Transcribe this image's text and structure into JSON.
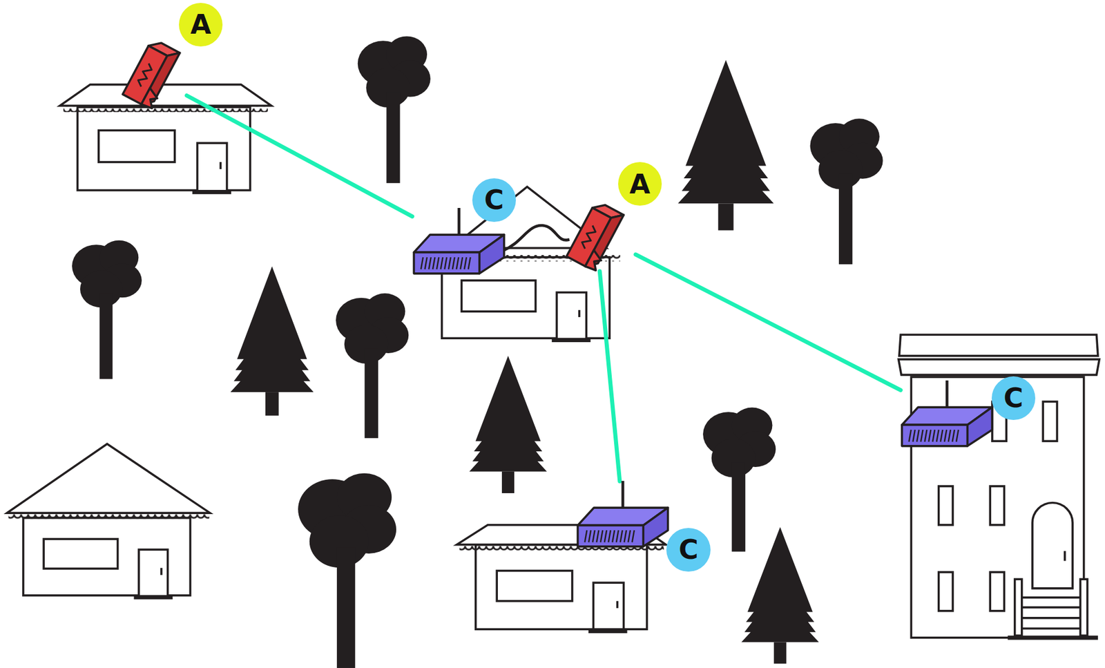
{
  "diagram": {
    "nodes": [
      {
        "text": [
          "A"
        ]
      },
      {
        "text": [
          "C"
        ]
      },
      {
        "text": [
          "A"
        ]
      },
      {
        "text": [
          "C"
        ]
      },
      {
        "text": [
          "C"
        ]
      }
    ],
    "edges": [
      {
        "from": 0,
        "to": 1,
        "arrow": "none"
      },
      {
        "from": 2,
        "to": 4,
        "arrow": "none"
      },
      {
        "from": 2,
        "to": 3,
        "arrow": "none"
      }
    ]
  }
}
